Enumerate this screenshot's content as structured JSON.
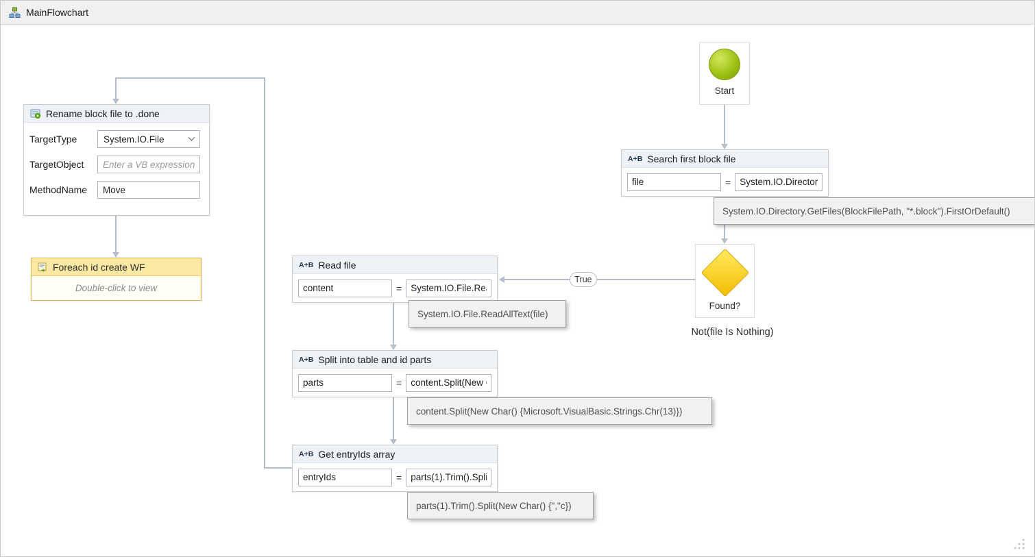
{
  "window": {
    "title": "MainFlowchart"
  },
  "icons": {
    "assign": "A+B"
  },
  "nodes": {
    "start": {
      "label": "Start"
    },
    "search": {
      "title": "Search first block file",
      "to": "file",
      "op": "=",
      "value": "System.IO.Directory.GetFiles(BlockFilePath, \"*.block\").FirstOrDefault()",
      "tooltip": "System.IO.Directory.GetFiles(BlockFilePath, \"*.block\").FirstOrDefault()"
    },
    "found": {
      "label": "Found?",
      "condition": "Not(file Is Nothing)",
      "true_branch": "True"
    },
    "read_file": {
      "title": "Read file",
      "to": "content",
      "op": "=",
      "value": "System.IO.File.ReadAllText(file)",
      "tooltip": "System.IO.File.ReadAllText(file)"
    },
    "split": {
      "title": "Split into table and id parts",
      "to": "parts",
      "op": "=",
      "value": "content.Split(New Char() {Microsoft.VisualBasic.Strings.Chr(13)})",
      "tooltip": "content.Split(New Char() {Microsoft.VisualBasic.Strings.Chr(13)})"
    },
    "entry_ids": {
      "title": "Get entryIds array",
      "to": "entryIds",
      "op": "=",
      "value": "parts(1).Trim().Split(New Char() {\",\"c})",
      "tooltip": "parts(1).Trim().Split(New Char() {\",\"c})"
    },
    "rename": {
      "title": "Rename block file to .done",
      "fields": [
        {
          "label": "TargetType",
          "value": "System.IO.File"
        },
        {
          "label": "TargetObject",
          "placeholder": "Enter a VB expression"
        },
        {
          "label": "MethodName",
          "value": "Move"
        }
      ]
    },
    "foreach": {
      "title": "Foreach id create WF",
      "body": "Double-click to view"
    }
  }
}
